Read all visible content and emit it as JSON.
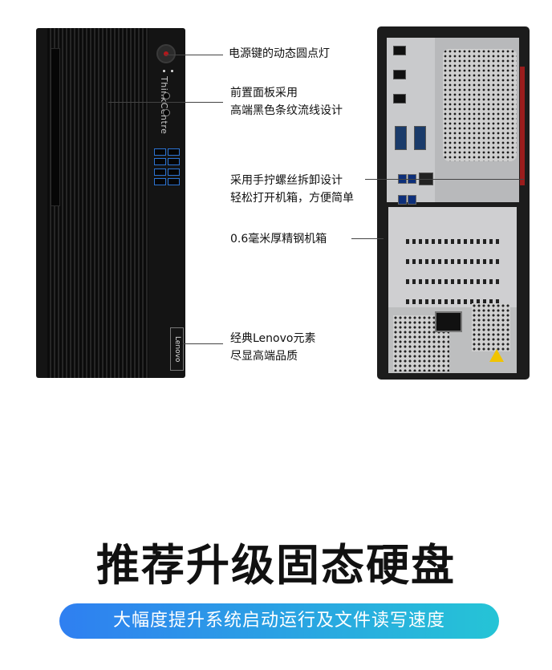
{
  "front_tower": {
    "brand_vertical": "ThinkCentre",
    "badge": "Lenovo"
  },
  "captions": [
    {
      "lines": [
        "电源键的动态圆点灯"
      ]
    },
    {
      "lines": [
        "前置面板采用",
        "高端黑色条纹流线设计"
      ]
    },
    {
      "lines": [
        "采用手拧螺丝拆卸设计",
        "轻松打开机箱，方便简单"
      ]
    },
    {
      "lines": [
        "0.6毫米厚精钢机箱"
      ]
    },
    {
      "lines": [
        "经典Lenovo元素",
        "尽显高端品质"
      ]
    }
  ],
  "headline": "推荐升级固态硬盘",
  "banner": "大幅度提升系统启动运行及文件读写速度",
  "colors": {
    "banner_start": "#2f7ff1",
    "banner_end": "#25c4d6",
    "power_dot": "#b4171b"
  }
}
